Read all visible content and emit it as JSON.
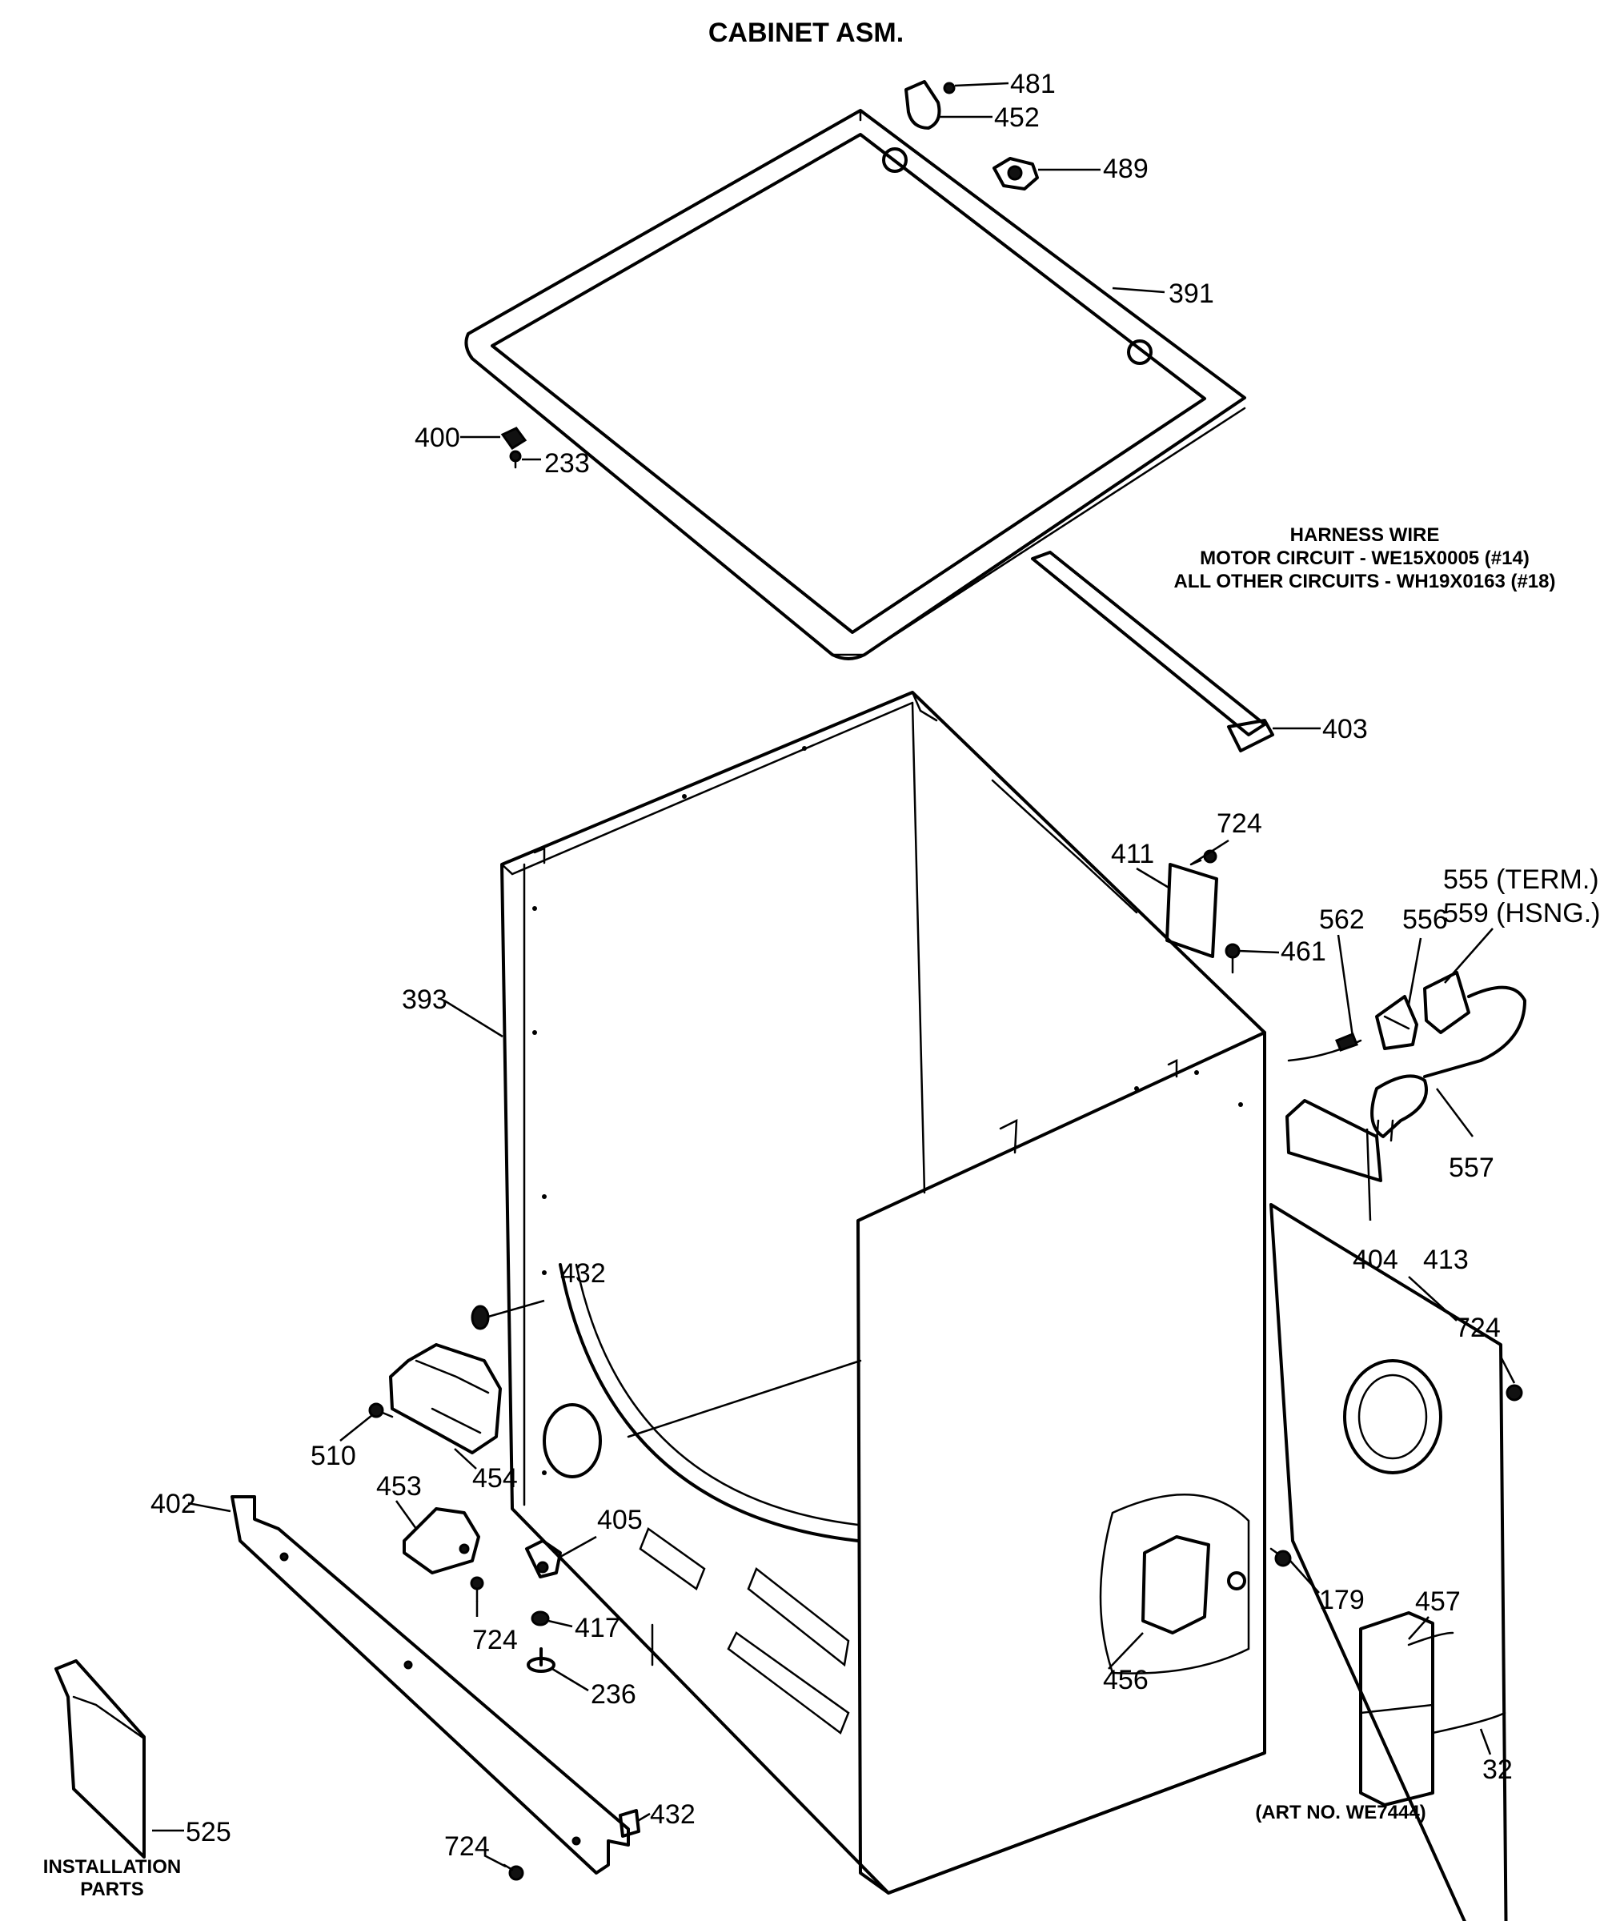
{
  "title": "CABINET ASM.",
  "harness_note": {
    "heading": "HARNESS WIRE",
    "line1": "MOTOR CIRCUIT - WE15X0005 (#14)",
    "line2": "ALL OTHER CIRCUITS - WH19X0163 (#18)"
  },
  "art_number": "(ART NO. WE7444)",
  "installation": {
    "line1": "INSTALLATION",
    "line2": "PARTS"
  },
  "callouts": [
    "481",
    "452",
    "489",
    "391",
    "400",
    "233",
    "403",
    "724",
    "411",
    "461",
    "562",
    "556",
    "555 (TERM.)",
    "559 (HSNG.)",
    "557",
    "393",
    "404",
    "413",
    "724",
    "432",
    "510",
    "454",
    "453",
    "405",
    "724",
    "417",
    "236",
    "402",
    "456",
    "179",
    "457",
    "32",
    "525",
    "432",
    "724"
  ]
}
